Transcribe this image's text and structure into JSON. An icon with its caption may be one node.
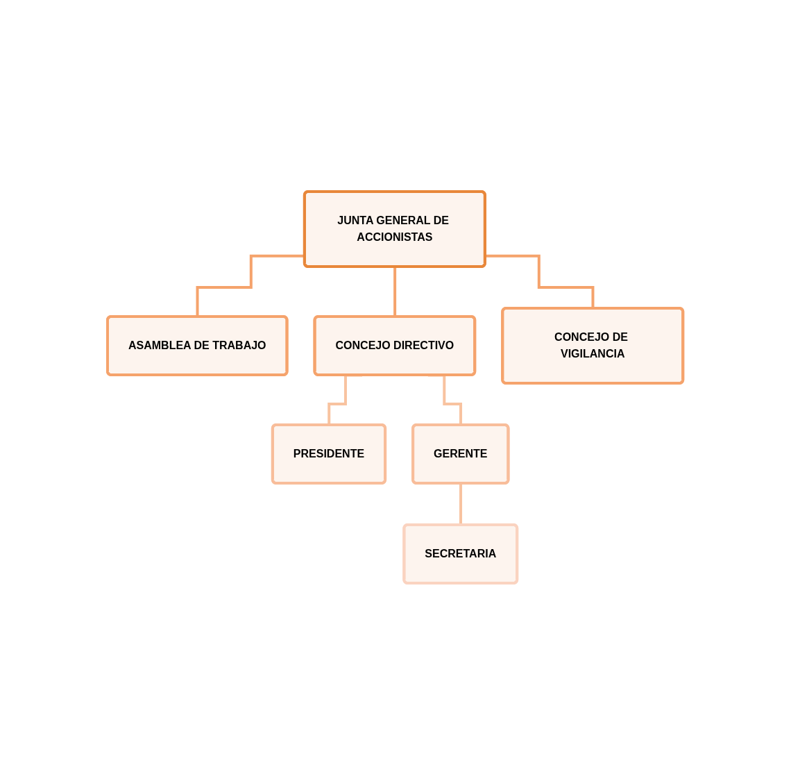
{
  "diagram": {
    "nodes": [
      {
        "text": [
          "JUNTA GENERAL DE ACCIONISTAS"
        ]
      },
      {
        "text": [
          "ASAMBLEA DE TRABAJO"
        ]
      },
      {
        "text": [
          "CONCEJO DIRECTIVO"
        ]
      },
      {
        "text": [
          "CONCEJO DE VIGILANCIA"
        ]
      },
      {
        "text": [
          "PRESIDENTE"
        ]
      },
      {
        "text": [
          "GERENTE"
        ]
      },
      {
        "text": [
          "SECRETARIA"
        ]
      }
    ],
    "edges": [
      {
        "from": 0,
        "to": 1,
        "arrow": "none"
      },
      {
        "from": 0,
        "to": 2,
        "arrow": "none"
      },
      {
        "from": 0,
        "to": 3,
        "arrow": "none"
      },
      {
        "from": 2,
        "to": 4,
        "arrow": "none",
        "color": "#f8c3a0"
      },
      {
        "from": 2,
        "to": 5,
        "arrow": "none",
        "color": "#f8c3a0"
      },
      {
        "from": 5,
        "to": 6,
        "arrow": "none",
        "color": "#f8c3a0"
      }
    ]
  }
}
